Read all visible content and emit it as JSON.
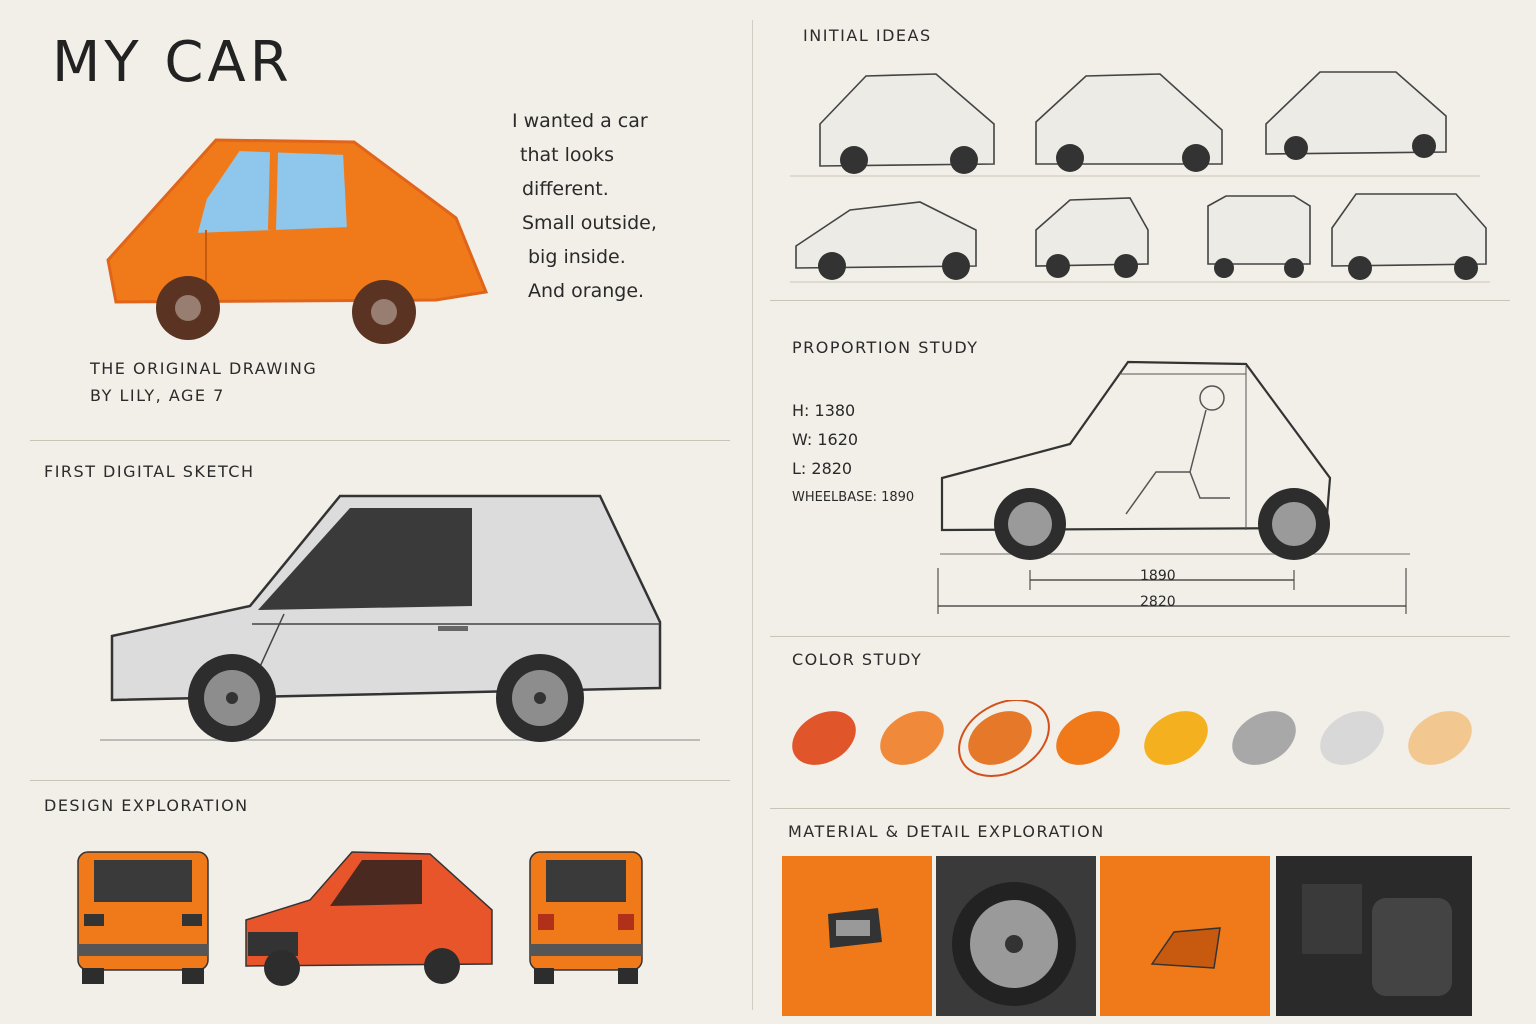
{
  "title": "MY CAR",
  "original_drawing": {
    "caption_line1": "THE ORIGINAL DRAWING",
    "caption_line2": "BY LILY, AGE 7"
  },
  "note": {
    "lines": [
      "I wanted a car",
      "that looks",
      "different.",
      "Small outside,",
      "big inside.",
      "And orange."
    ]
  },
  "sections": {
    "first_digital_sketch": "FIRST DIGITAL SKETCH",
    "design_exploration": "DESIGN EXPLORATION",
    "initial_ideas": "INITIAL IDEAS",
    "proportion_study": "PROPORTION STUDY",
    "color_study": "COLOR STUDY",
    "material_detail": "MATERIAL & DETAIL EXPLORATION"
  },
  "proportion": {
    "height": "H: 1380",
    "width": "W: 1620",
    "length": "L: 2820",
    "wheelbase": "WHEELBASE: 1890",
    "dim_wheelbase": "1890",
    "dim_length": "2820"
  },
  "colors": {
    "paper": "#f2efe8",
    "orange": "#f07a1a",
    "swatches": [
      "#e0552a",
      "#f08a3a",
      "#e6782a",
      "#f07a1a",
      "#f5b020",
      "#a8a8a8",
      "#d8d8d8",
      "#f2c890"
    ],
    "selected_swatch_index": 2
  }
}
